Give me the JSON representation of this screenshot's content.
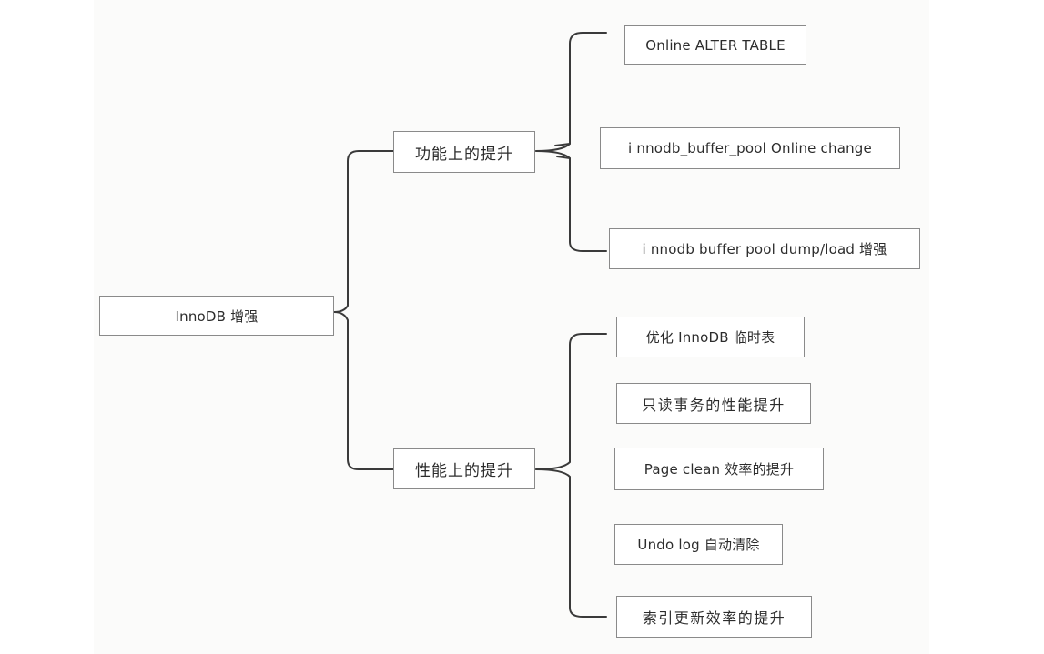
{
  "diagram": {
    "root": {
      "label": "InnoDB 增强"
    },
    "branches": [
      {
        "label": "功能上的提升",
        "children": [
          {
            "label": "Online ALTER TABLE"
          },
          {
            "label": "i nnodb_buffer_pool Online change"
          },
          {
            "label": "i nnodb buffer pool dump/load 增强"
          }
        ]
      },
      {
        "label": "性能上的提升",
        "children": [
          {
            "label": "优化 InnoDB 临时表"
          },
          {
            "label": "只读事务的性能提升"
          },
          {
            "label": "Page clean 效率的提升"
          },
          {
            "label": "Undo log 自动清除"
          },
          {
            "label": "索引更新效率的提升"
          }
        ]
      }
    ]
  }
}
